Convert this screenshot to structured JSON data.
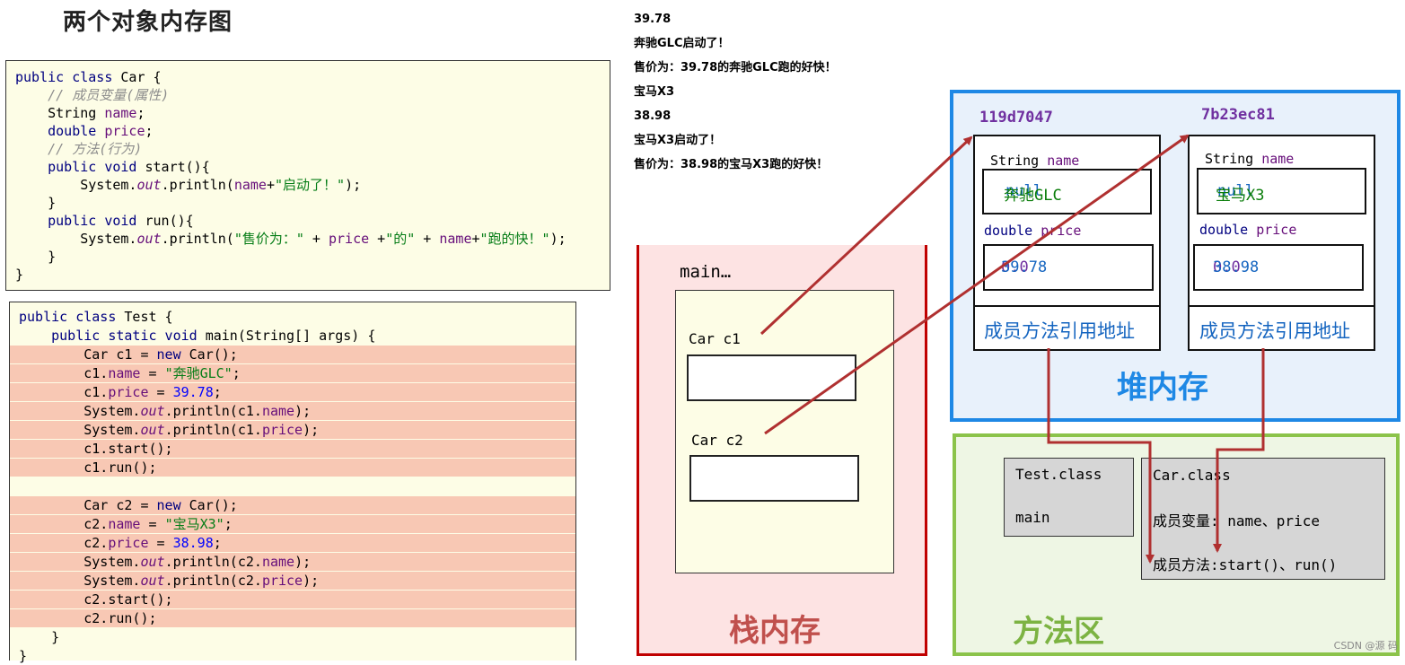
{
  "title": "两个对象内存图",
  "car_class_code": [
    [
      {
        "t": "public class",
        "c": "kw"
      },
      {
        "t": " Car {",
        "c": ""
      }
    ],
    [
      {
        "t": "    // 成员变量(属性)",
        "c": "cm"
      }
    ],
    [
      {
        "t": "    String ",
        "c": ""
      },
      {
        "t": "name",
        "c": "fld"
      },
      {
        "t": ";",
        "c": ""
      }
    ],
    [
      {
        "t": "    double ",
        "c": "kw"
      },
      {
        "t": "price",
        "c": "fld"
      },
      {
        "t": ";",
        "c": ""
      }
    ],
    [
      {
        "t": "    // 方法(行为)",
        "c": "cm"
      }
    ],
    [
      {
        "t": "    public void ",
        "c": "kw"
      },
      {
        "t": "start(){",
        "c": ""
      }
    ],
    [
      {
        "t": "        System.",
        "c": ""
      },
      {
        "t": "out",
        "c": "it"
      },
      {
        "t": ".println(",
        "c": ""
      },
      {
        "t": "name",
        "c": "fld"
      },
      {
        "t": "+",
        "c": ""
      },
      {
        "t": "\"启动了！\"",
        "c": "str"
      },
      {
        "t": ");",
        "c": ""
      }
    ],
    [
      {
        "t": "    }",
        "c": ""
      }
    ],
    [
      {
        "t": "    public void ",
        "c": "kw"
      },
      {
        "t": "run(){",
        "c": ""
      }
    ],
    [
      {
        "t": "        System.",
        "c": ""
      },
      {
        "t": "out",
        "c": "it"
      },
      {
        "t": ".println(",
        "c": ""
      },
      {
        "t": "\"售价为：\"",
        "c": "str"
      },
      {
        "t": " + ",
        "c": ""
      },
      {
        "t": "price",
        "c": "fld"
      },
      {
        "t": " +",
        "c": ""
      },
      {
        "t": "\"的\"",
        "c": "str"
      },
      {
        "t": " + ",
        "c": ""
      },
      {
        "t": "name",
        "c": "fld"
      },
      {
        "t": "+",
        "c": ""
      },
      {
        "t": "\"跑的快！\"",
        "c": "str"
      },
      {
        "t": ");",
        "c": ""
      }
    ],
    [
      {
        "t": "    }",
        "c": ""
      }
    ],
    [
      {
        "t": "}",
        "c": ""
      }
    ]
  ],
  "test_class_code": [
    {
      "hl": false,
      "parts": [
        {
          "t": "public class",
          "c": "kw"
        },
        {
          "t": " Test {",
          "c": ""
        }
      ]
    },
    {
      "hl": false,
      "parts": [
        {
          "t": "    public static void ",
          "c": "kw"
        },
        {
          "t": "main(String[] args) {",
          "c": ""
        }
      ]
    },
    {
      "hl": true,
      "parts": [
        {
          "t": "        Car c1 = ",
          "c": ""
        },
        {
          "t": "new",
          "c": "kw"
        },
        {
          "t": " Car();",
          "c": ""
        }
      ]
    },
    {
      "hl": true,
      "parts": [
        {
          "t": "        c1.",
          "c": ""
        },
        {
          "t": "name",
          "c": "fld"
        },
        {
          "t": " = ",
          "c": ""
        },
        {
          "t": "\"奔驰GLC\"",
          "c": "str"
        },
        {
          "t": ";",
          "c": ""
        }
      ]
    },
    {
      "hl": true,
      "parts": [
        {
          "t": "        c1.",
          "c": ""
        },
        {
          "t": "price",
          "c": "fld"
        },
        {
          "t": " = ",
          "c": ""
        },
        {
          "t": "39.78",
          "c": "num"
        },
        {
          "t": ";",
          "c": ""
        }
      ]
    },
    {
      "hl": true,
      "parts": [
        {
          "t": "        System.",
          "c": ""
        },
        {
          "t": "out",
          "c": "it"
        },
        {
          "t": ".println(c1.",
          "c": ""
        },
        {
          "t": "name",
          "c": "fld"
        },
        {
          "t": ");",
          "c": ""
        }
      ]
    },
    {
      "hl": true,
      "parts": [
        {
          "t": "        System.",
          "c": ""
        },
        {
          "t": "out",
          "c": "it"
        },
        {
          "t": ".println(c1.",
          "c": ""
        },
        {
          "t": "price",
          "c": "fld"
        },
        {
          "t": ");",
          "c": ""
        }
      ]
    },
    {
      "hl": true,
      "parts": [
        {
          "t": "        c1.start();",
          "c": ""
        }
      ]
    },
    {
      "hl": true,
      "parts": [
        {
          "t": "        c1.run();",
          "c": ""
        }
      ]
    },
    {
      "hl": false,
      "parts": [
        {
          "t": "",
          "c": ""
        }
      ]
    },
    {
      "hl": true,
      "parts": [
        {
          "t": "        Car c2 = ",
          "c": ""
        },
        {
          "t": "new",
          "c": "kw"
        },
        {
          "t": " Car();",
          "c": ""
        }
      ]
    },
    {
      "hl": true,
      "parts": [
        {
          "t": "        c2.",
          "c": ""
        },
        {
          "t": "name",
          "c": "fld"
        },
        {
          "t": " = ",
          "c": ""
        },
        {
          "t": "\"宝马X3\"",
          "c": "str"
        },
        {
          "t": ";",
          "c": ""
        }
      ]
    },
    {
      "hl": true,
      "parts": [
        {
          "t": "        c2.",
          "c": ""
        },
        {
          "t": "price",
          "c": "fld"
        },
        {
          "t": " = ",
          "c": ""
        },
        {
          "t": "38.98",
          "c": "num"
        },
        {
          "t": ";",
          "c": ""
        }
      ]
    },
    {
      "hl": true,
      "parts": [
        {
          "t": "        System.",
          "c": ""
        },
        {
          "t": "out",
          "c": "it"
        },
        {
          "t": ".println(c2.",
          "c": ""
        },
        {
          "t": "name",
          "c": "fld"
        },
        {
          "t": ");",
          "c": ""
        }
      ]
    },
    {
      "hl": true,
      "parts": [
        {
          "t": "        System.",
          "c": ""
        },
        {
          "t": "out",
          "c": "it"
        },
        {
          "t": ".println(c2.",
          "c": ""
        },
        {
          "t": "price",
          "c": "fld"
        },
        {
          "t": ");",
          "c": ""
        }
      ]
    },
    {
      "hl": true,
      "parts": [
        {
          "t": "        c2.start();",
          "c": ""
        }
      ]
    },
    {
      "hl": true,
      "parts": [
        {
          "t": "        c2.run();",
          "c": ""
        }
      ]
    },
    {
      "hl": false,
      "parts": [
        {
          "t": "    }",
          "c": ""
        }
      ]
    },
    {
      "hl": false,
      "parts": [
        {
          "t": "}",
          "c": ""
        }
      ]
    }
  ],
  "console_output": [
    "39.78",
    "奔驰GLC启动了！",
    "售价为：39.78的奔驰GLC跑的好快！",
    "宝马X3",
    "38.98",
    "宝马X3启动了！",
    "售价为：38.98的宝马X3跑的好快！"
  ],
  "stack": {
    "title": "栈内存",
    "frame_label": "main…",
    "var1": "Car  c1",
    "var2": "Car  c2"
  },
  "heap": {
    "title": "堆内存",
    "obj1": {
      "address": "119d7047",
      "name_type": "String",
      "name_field": "name",
      "name_old": "null",
      "name_value": "奔驰GLC",
      "price_type": "double",
      "price_field": "price",
      "price_old": "0.0",
      "price_value": "39.78",
      "methods_ref": "成员方法引用地址"
    },
    "obj2": {
      "address": "7b23ec81",
      "name_type": "String",
      "name_field": "name",
      "name_old": "null",
      "name_value": "宝马X3",
      "price_type": "double",
      "price_field": "price",
      "price_old": "0.0",
      "price_value": "38.98",
      "methods_ref": "成员方法引用地址"
    }
  },
  "method_area": {
    "title": "方法区",
    "test_class": "Test.class",
    "test_main": "main",
    "car_class": "Car.class",
    "car_fields": "成员变量: name、price",
    "car_methods": "成员方法:start()、run()"
  },
  "watermark": "CSDN @源  码",
  "colors": {
    "stack_border": "#c00000",
    "heap_border": "#1e88e5",
    "method_border": "#8bc34a",
    "arrow": "#b03030",
    "address": "#7030a0"
  }
}
